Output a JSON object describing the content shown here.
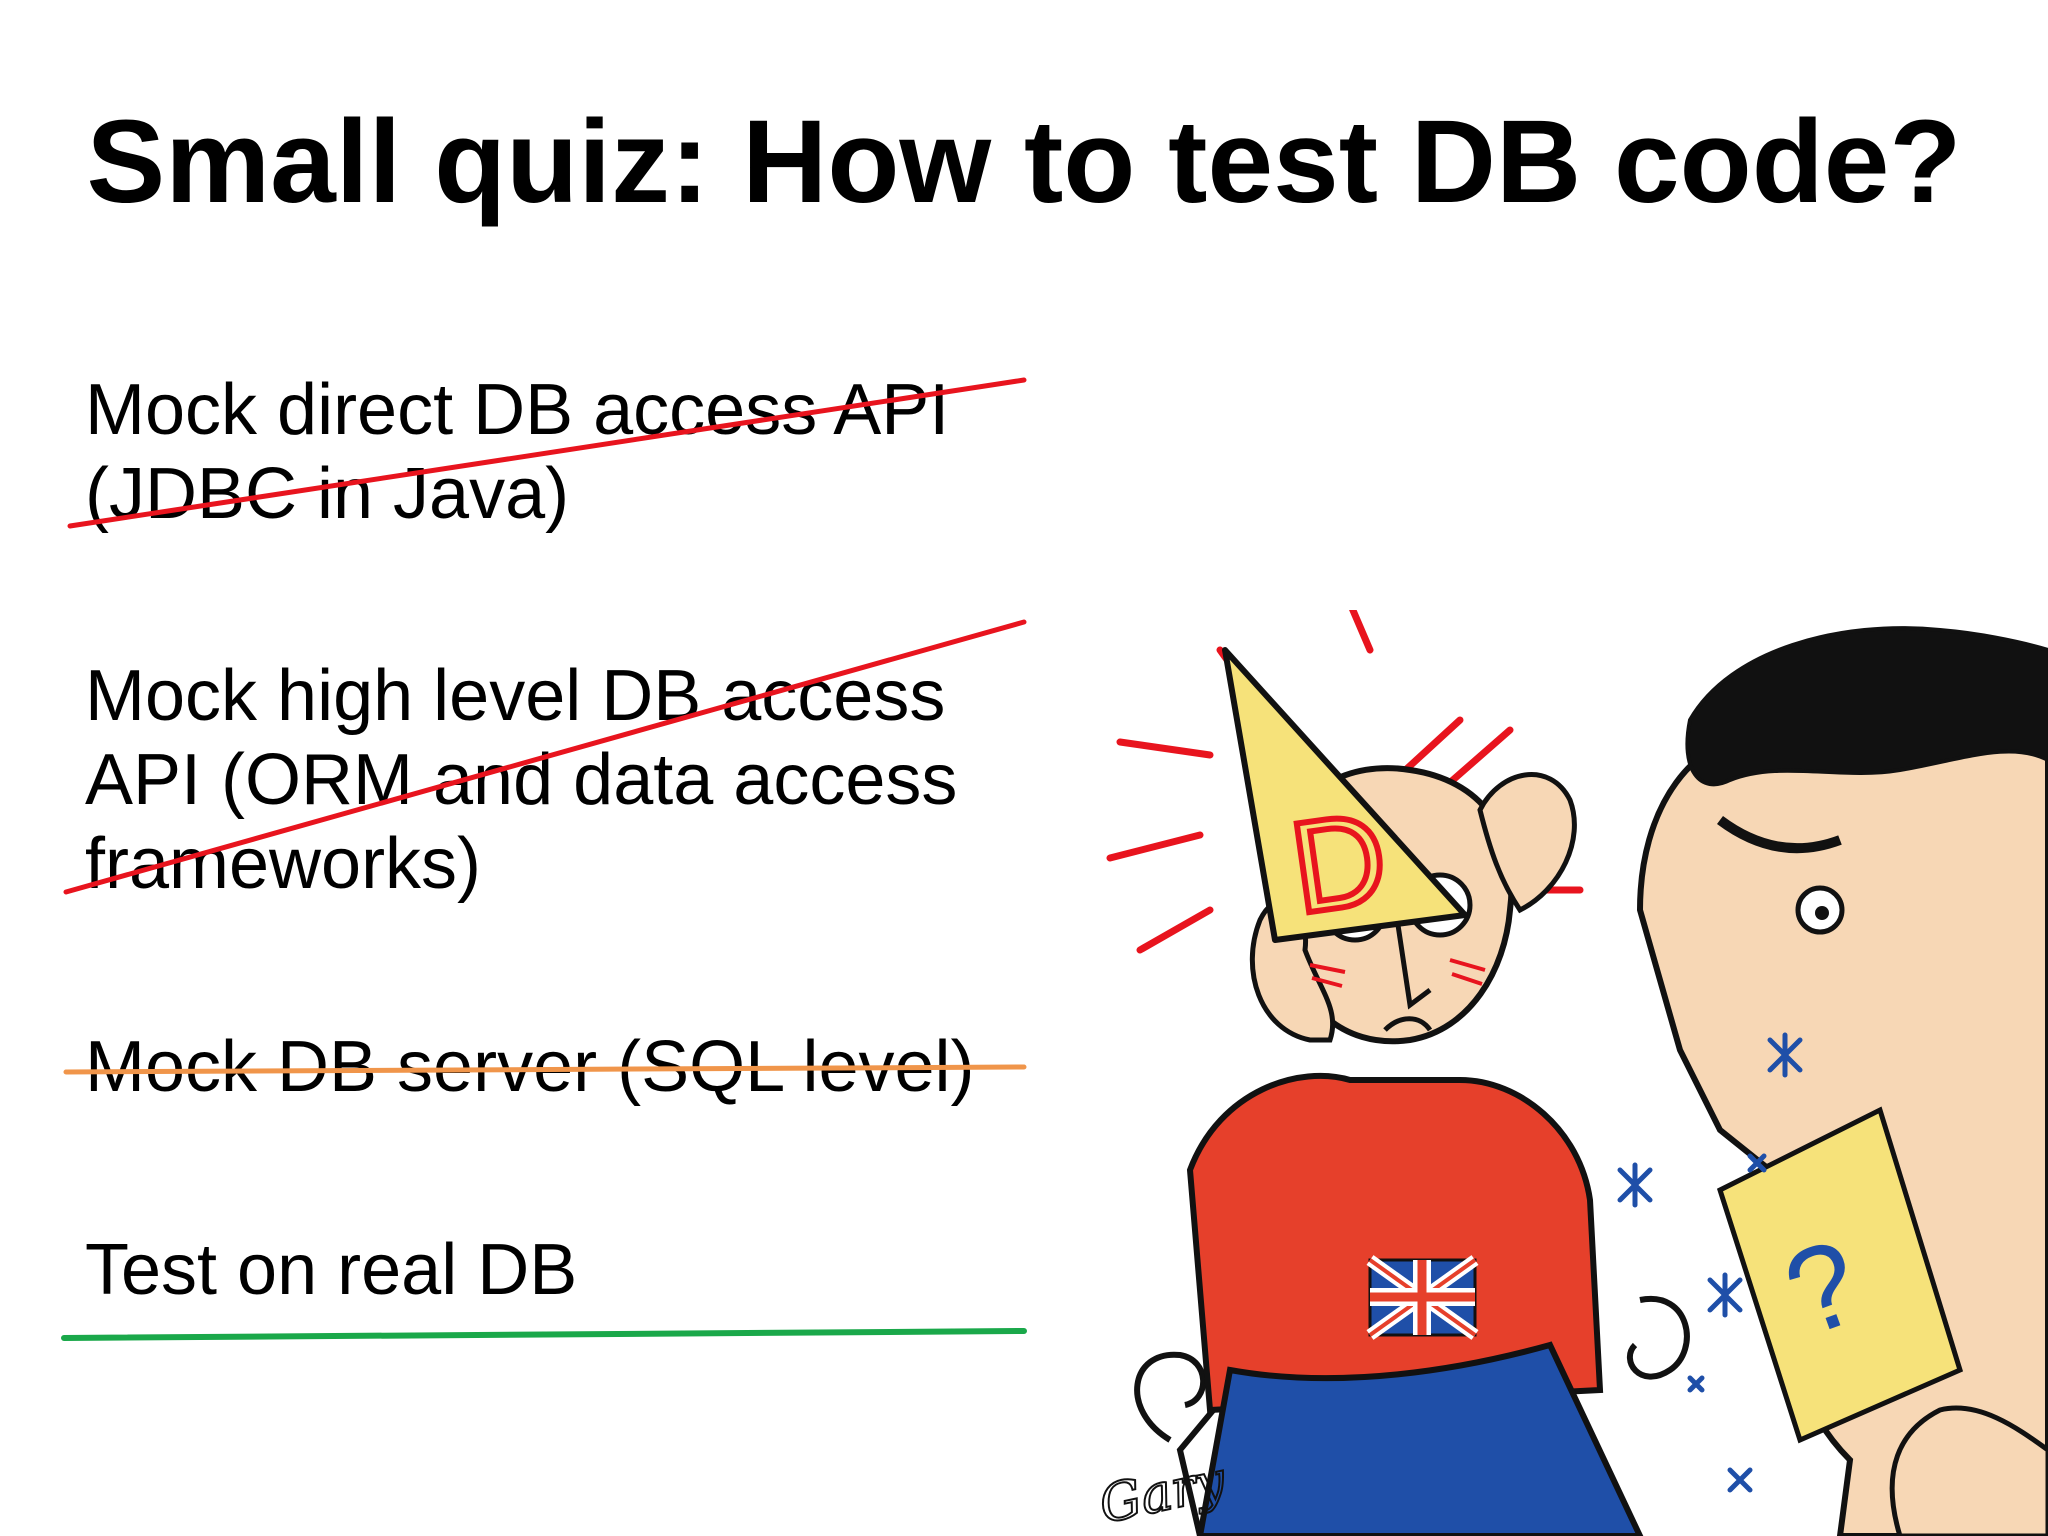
{
  "title": "Small quiz: How to test DB code?",
  "items": [
    {
      "text": "Mock direct DB access API\n(JDBC in Java)",
      "strike_color": "#e8141e",
      "status": "crossed-out"
    },
    {
      "text": "Mock high level DB access\nAPI (ORM and data access\nframeworks)",
      "strike_color": "#e8141e",
      "status": "crossed-out"
    },
    {
      "text": "Mock DB server (SQL level)",
      "strike_color": "#f0954a",
      "status": "crossed-out"
    },
    {
      "text": "Test on real DB",
      "underline_color": "#1aa84a",
      "status": "underlined"
    }
  ],
  "cartoon": {
    "hat_letter": "D",
    "card_symbol": "?",
    "signature": "Gary",
    "colors": {
      "hat": "#f6e27a",
      "shirt": "#e6402b",
      "pants": "#1f4fa8",
      "skin": "#f7d7b5",
      "hair": "#111111",
      "marks": "#e8141e"
    }
  }
}
